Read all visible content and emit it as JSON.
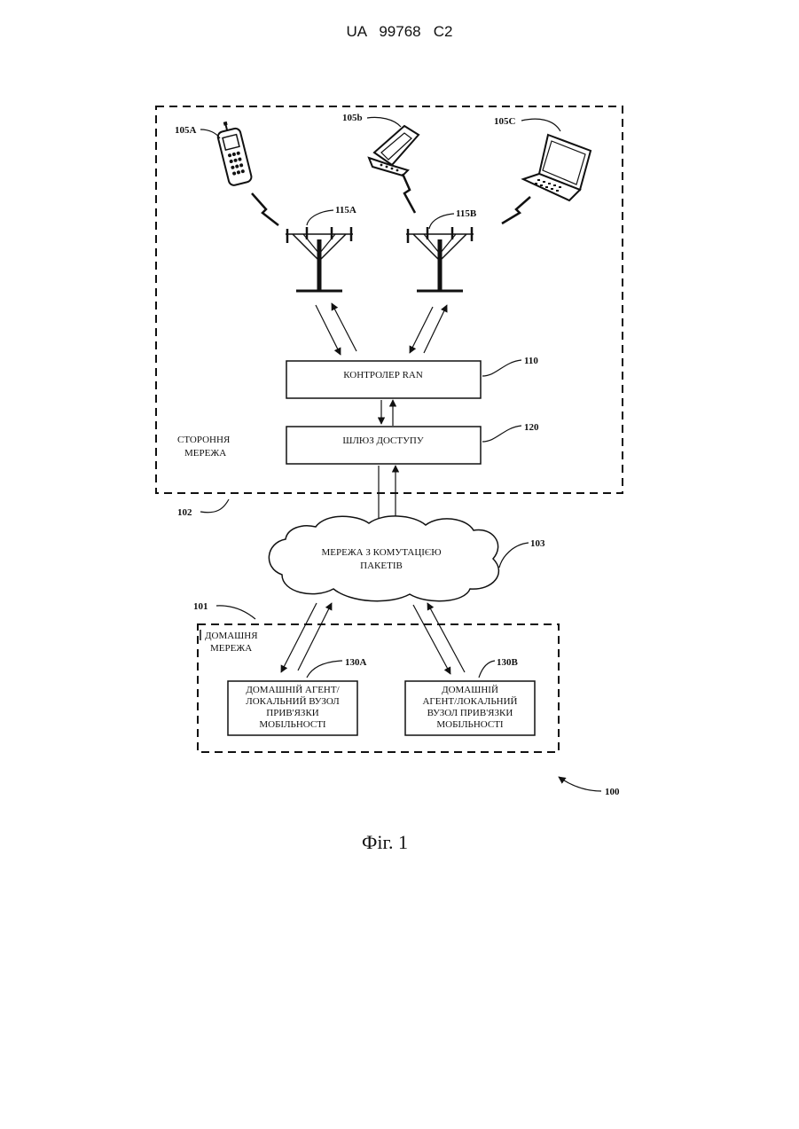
{
  "header": {
    "patent_number": "UA   99768   C2"
  },
  "figure": {
    "caption": "Фіг. 1",
    "system_ref": "100",
    "home_network": {
      "ref": "101",
      "label_lines": [
        "ДОМАШНЯ",
        "МЕРЕЖА"
      ]
    },
    "foreign_network": {
      "ref": "102",
      "label_lines": [
        "СТОРОННЯ",
        "МЕРЕЖА"
      ]
    },
    "packet_network": {
      "ref": "103",
      "label_lines": [
        "МЕРЕЖА З КОМУТАЦІЄЮ",
        "ПАКЕТІВ"
      ]
    },
    "devices": [
      {
        "ref": "105A",
        "icon": "mobile-phone-icon"
      },
      {
        "ref": "105b",
        "icon": "flip-phone-icon"
      },
      {
        "ref": "105C",
        "icon": "laptop-icon"
      }
    ],
    "towers": [
      {
        "ref": "115A",
        "icon": "cell-tower-icon"
      },
      {
        "ref": "115B",
        "icon": "cell-tower-icon"
      }
    ],
    "ran_controller": {
      "ref": "110",
      "label": "КОНТРОЛЕР RAN"
    },
    "access_gateway": {
      "ref": "120",
      "label": "ШЛЮЗ ДОСТУПУ"
    },
    "home_agent_a": {
      "ref": "130A",
      "label_lines": [
        "ДОМАШНІЙ АГЕНТ/",
        "ЛОКАЛЬНИЙ ВУЗОЛ",
        "ПРИВ'ЯЗКИ",
        "МОБІЛЬНОСТІ"
      ]
    },
    "home_agent_b": {
      "ref": "130B",
      "label_lines": [
        "ДОМАШНІЙ",
        "АГЕНТ/ЛОКАЛЬНИЙ",
        "ВУЗОЛ ПРИВ'ЯЗКИ",
        "МОБІЛЬНОСТІ"
      ]
    }
  }
}
